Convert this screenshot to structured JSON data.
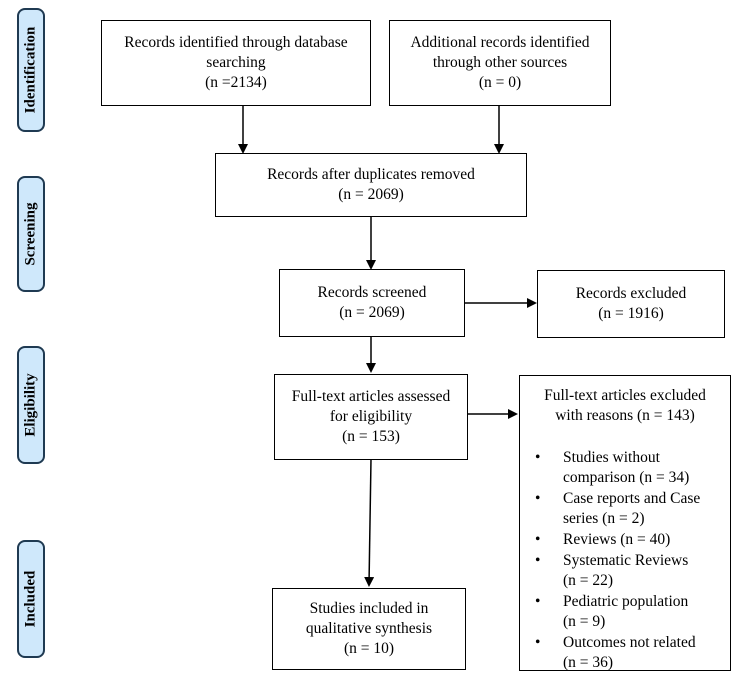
{
  "phases": {
    "identification": "Identification",
    "screening": "Screening",
    "eligibility": "Eligibility",
    "included": "Included"
  },
  "boxes": {
    "db_search": {
      "line1": "Records identified through database",
      "line2": "searching",
      "line3": "(n =2134)"
    },
    "other_sources": {
      "line1": "Additional records identified",
      "line2": "through other sources",
      "line3": "(n = 0)"
    },
    "after_duplicates": {
      "line1": "Records after duplicates removed",
      "line2": "(n = 2069)"
    },
    "screened": {
      "line1": "Records screened",
      "line2": "(n = 2069)"
    },
    "excluded": {
      "line1": "Records excluded",
      "line2": "(n = 1916)"
    },
    "fulltext": {
      "line1": "Full-text articles assessed",
      "line2": "for eligibility",
      "line3": "(n = 153)"
    },
    "included": {
      "line1": "Studies included in",
      "line2": "qualitative synthesis",
      "line3": "(n = 10)"
    }
  },
  "fulltext_excluded": {
    "title_line1": "Full-text articles excluded",
    "title_line2": "with reasons (n = 143)",
    "bullet": "•",
    "reasons": [
      {
        "line1": "Studies without",
        "line2": "comparison (n = 34)"
      },
      {
        "line1": "Case reports and Case",
        "line2": "series (n = 2)"
      },
      {
        "line1": "Reviews (n = 40)",
        "line2": ""
      },
      {
        "line1": "Systematic Reviews",
        "line2": "(n = 22)"
      },
      {
        "line1": "Pediatric population",
        "line2": "(n = 9)"
      },
      {
        "line1": "Outcomes not related",
        "line2": "(n = 36)"
      }
    ]
  },
  "colors": {
    "phase_fill": "#cfe8fb",
    "phase_border": "#1f3a52",
    "line": "#000000"
  }
}
